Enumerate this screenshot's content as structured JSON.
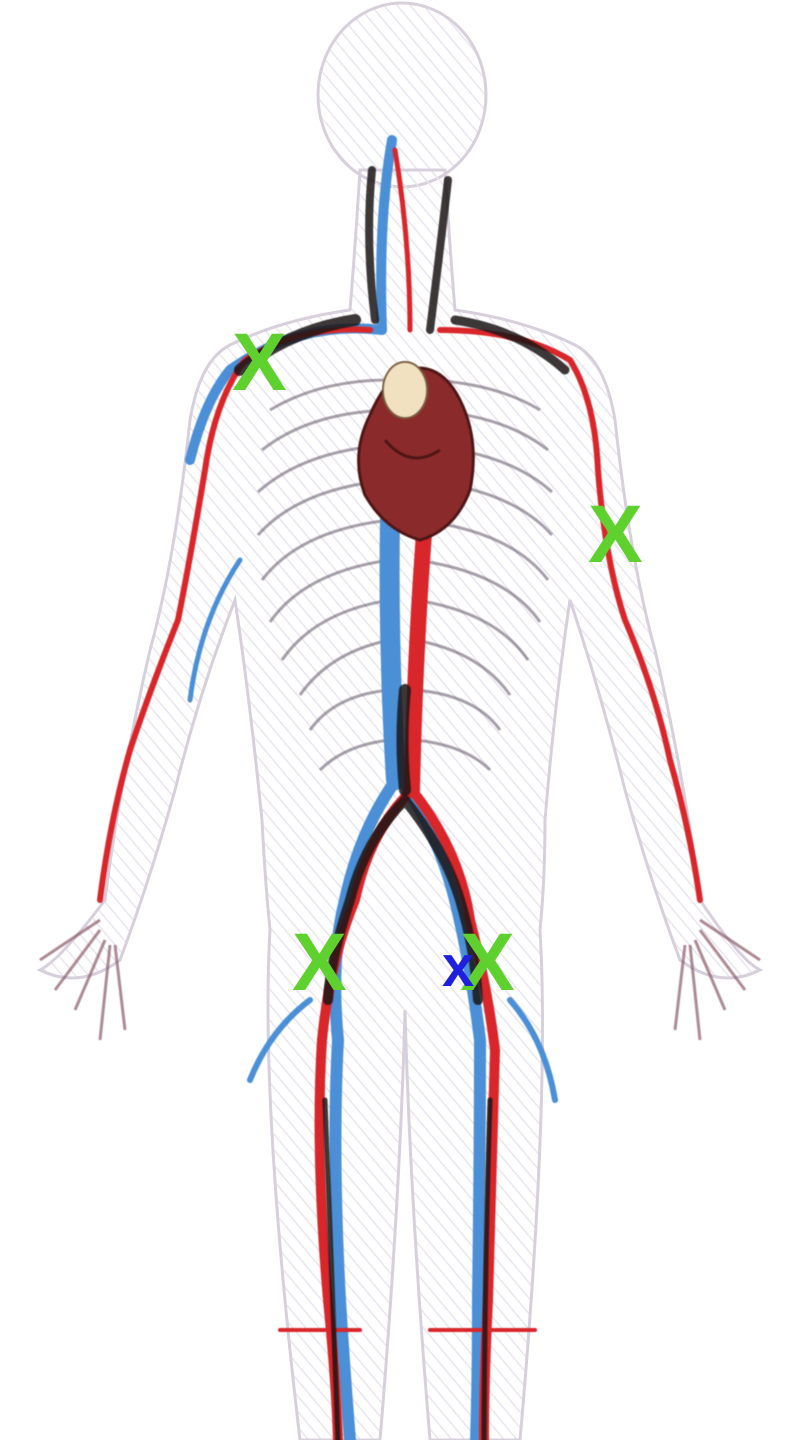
{
  "diagram": {
    "colors": {
      "artery": "#d8262a",
      "vein": "#4b8fd6",
      "outline": "#7a6f80",
      "heart": "#8b2b2a",
      "marker_primary": "#5fd12f",
      "marker_secondary": "#1f1fe0"
    },
    "markers": [
      {
        "id": "shoulder-right",
        "label": "X",
        "color": "#5fd12f"
      },
      {
        "id": "arm-left",
        "label": "X",
        "color": "#5fd12f"
      },
      {
        "id": "groin-right",
        "label": "X",
        "color": "#5fd12f"
      },
      {
        "id": "groin-left",
        "label": "X",
        "color": "#5fd12f"
      },
      {
        "id": "groin-small",
        "label": "x",
        "color": "#1f1fe0"
      }
    ]
  }
}
